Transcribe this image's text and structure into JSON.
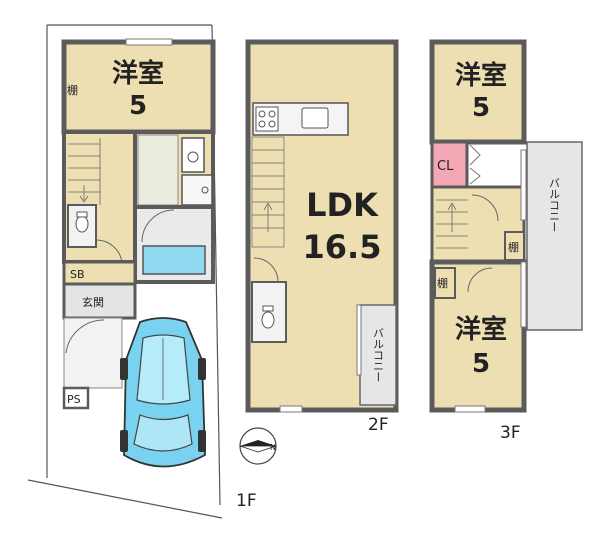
{
  "floors": {
    "f1": {
      "label": "1F",
      "rooms": {
        "western_room_name": "洋室",
        "western_room_size": "5",
        "shelf": "棚",
        "shoe_box": "SB",
        "entrance": "玄関",
        "pipe_space": "PS"
      }
    },
    "f2": {
      "label": "2F",
      "rooms": {
        "ldk_name": "LDK",
        "ldk_size": "16.5",
        "balcony": "バルコニー"
      }
    },
    "f3": {
      "label": "3F",
      "rooms": {
        "room_a_name": "洋室",
        "room_a_size": "5",
        "closet": "CL",
        "shelf_a": "棚",
        "shelf_b": "棚",
        "room_b_name": "洋室",
        "room_b_size": "5",
        "balcony": "バルコニー"
      }
    }
  },
  "compass": {
    "north_label": "N"
  },
  "colors": {
    "room_fill": "#eedfb3",
    "wall": "#5b5b5b",
    "closet_fill": "#f4a7b4",
    "balcony_fill": "#e6e6e6",
    "bath_fill": "#8fdaf0",
    "car_fill": "#79d3f0"
  }
}
